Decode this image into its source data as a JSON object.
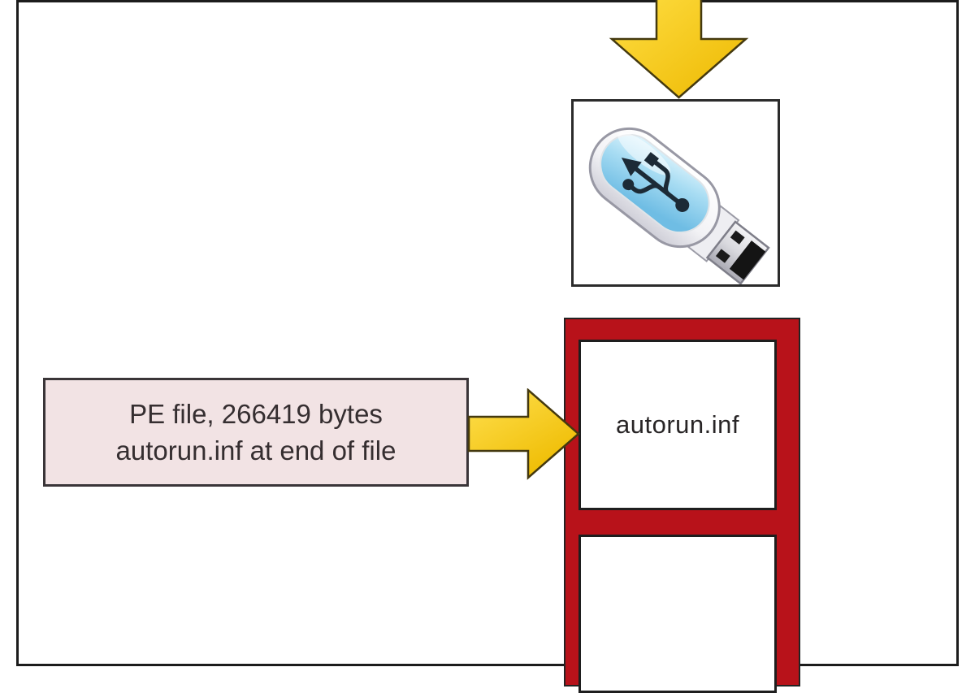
{
  "diagram": {
    "note_box": {
      "line1": "PE file, 266419 bytes",
      "line2": "autorun.inf at end of file"
    },
    "usb_drive": {
      "icon": "usb-flash-drive-icon"
    },
    "container_box": {
      "files": [
        {
          "label": "autorun.inf"
        },
        {
          "label": ""
        }
      ]
    },
    "arrows": {
      "down_arrow_icon": "insert-into-usb-arrow",
      "right_arrow_icon": "copy-file-to-usb-arrow"
    },
    "colors": {
      "container_red": "#b8121a",
      "arrow_yellow": "#f6c500",
      "arrow_outline": "#44390f",
      "note_pink": "#f2e3e4",
      "frame_black": "#1c1c1c",
      "text_dark": "#352e30"
    }
  }
}
